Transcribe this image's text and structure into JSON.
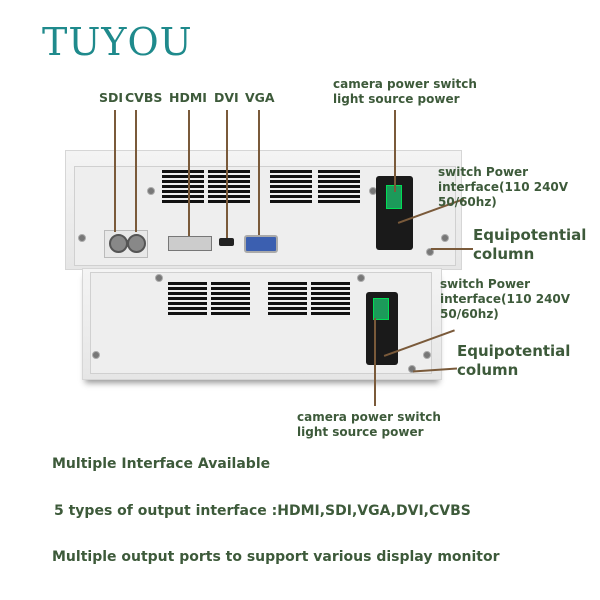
{
  "brand": "TUYOU",
  "port_labels": {
    "sdi": "SDI",
    "cvbs": "CVBS",
    "hdmi": "HDMI",
    "dvi": "DVI",
    "vga": "VGA"
  },
  "top_unit": {
    "camera_power": [
      "camera power switch",
      "light source power"
    ],
    "switch_power": [
      "switch Power",
      "interface(110 240V",
      "50/60hz)"
    ],
    "equipotential": [
      "Equipotential",
      "column"
    ]
  },
  "bottom_unit": {
    "camera_power": [
      "camera power switch",
      "light source power"
    ],
    "switch_power": [
      "switch Power",
      "interface(110 240V",
      "50/60hz)"
    ],
    "equipotential": [
      "Equipotential",
      "column"
    ]
  },
  "features": [
    "Multiple Interface Available",
    "5 types of output interface :HDMI,SDI,VGA,DVI,CVBS",
    "Multiple output ports to support various display monitor"
  ]
}
